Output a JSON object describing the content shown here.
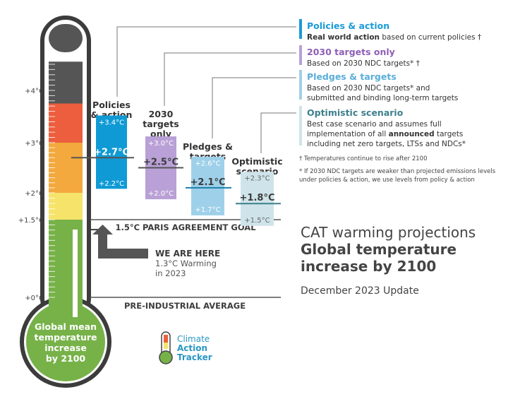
{
  "chart_data": {
    "type": "thermometer-range",
    "title": "CAT warming projections",
    "subtitle": "Global temperature increase by 2100",
    "update": "December 2023 Update",
    "thermo_ticks": [
      {
        "label": "+4°C",
        "value": 4
      },
      {
        "label": "+3°C",
        "value": 3
      },
      {
        "label": "+2°C",
        "value": 2
      },
      {
        "label": "+1.5°C",
        "value": 1.5
      },
      {
        "label": "+0°C",
        "value": 0
      }
    ],
    "bulb_text": [
      "Global mean",
      "temperature",
      "increase",
      "by 2100"
    ],
    "goal_label": "1.5°C PARIS AGREEMENT GOAL",
    "baseline_label": "PRE-INDUSTRIAL AVERAGE",
    "here": {
      "title": "WE ARE HERE",
      "line1": "1.3°C Warming",
      "line2": "in 2023",
      "value": 1.3
    },
    "series": [
      {
        "key": "policies",
        "heading": [
          "Policies",
          "& action"
        ],
        "low": 2.2,
        "mid": 2.7,
        "high": 3.4,
        "low_label": "+2.2°C",
        "mid_label": "+2.7°C",
        "high_label": "+3.4°C",
        "color": "#0f9ad5"
      },
      {
        "key": "targets2030",
        "heading": [
          "2030",
          "targets",
          "only"
        ],
        "low": 2.0,
        "mid": 2.5,
        "high": 3.0,
        "low_label": "+2.0°C",
        "mid_label": "+2.5°C",
        "high_label": "+3.0°C",
        "color": "#b9a0d6"
      },
      {
        "key": "pledges",
        "heading": [
          "Pledges &",
          "targets"
        ],
        "low": 1.7,
        "mid": 2.1,
        "high": 2.6,
        "low_label": "+1.7°C",
        "mid_label": "+2.1°C",
        "high_label": "+2.6°C",
        "color": "#9fd0ea"
      },
      {
        "key": "optimistic",
        "heading": [
          "Optimistic",
          "scenario"
        ],
        "low": 1.5,
        "mid": 1.8,
        "high": 2.3,
        "low_label": "+1.5°C",
        "mid_label": "+1.8°C",
        "high_label": "+2.3°C",
        "color": "#cfe4ea"
      }
    ],
    "legend": [
      {
        "title": "Policies & action",
        "title_color": "#1b9bd6",
        "bar_color": "#1b9bd6",
        "lines": [
          [
            {
              "t": "Real world action",
              "b": true
            },
            {
              "t": " based on current policies †",
              "b": false
            }
          ]
        ]
      },
      {
        "title": "2030 targets only",
        "title_color": "#8e5fb5",
        "bar_color": "#b9a0d6",
        "lines": [
          [
            {
              "t": "Based on 2030 NDC targets* †",
              "b": false
            }
          ]
        ]
      },
      {
        "title": "Pledges & targets",
        "title_color": "#5aaed8",
        "bar_color": "#9fd0ea",
        "lines": [
          [
            {
              "t": "Based on 2030 NDC targets* and",
              "b": false
            }
          ],
          [
            {
              "t": "submitted and binding long-term targets",
              "b": false
            }
          ]
        ]
      },
      {
        "title": "Optimistic scenario",
        "title_color": "#3d7f8c",
        "bar_color": "#cfe4ea",
        "lines": [
          [
            {
              "t": "Best case scenario and assumes full",
              "b": false
            }
          ],
          [
            {
              "t": "implementation of all ",
              "b": false
            },
            {
              "t": "announced",
              "b": true
            },
            {
              "t": " targets",
              "b": false
            }
          ],
          [
            {
              "t": "including net zero targets, LTSs and NDCs*",
              "b": false
            }
          ]
        ]
      }
    ],
    "footnotes": [
      [
        "†  Temperatures continue to rise after 2100"
      ],
      [
        "*  If 2030 NDC targets are weaker than projected emissions levels",
        "under policies & action, we use levels from policy & action"
      ]
    ],
    "logo": [
      "Climate",
      "Action",
      "Tracker"
    ],
    "colors": {
      "gray": "#555555",
      "green": "#77b249",
      "yellow": "#f6e36a",
      "orange": "#f3a93d",
      "red": "#ec5e3e",
      "dark": "#3c3c3c",
      "teal": "#3d7f8c"
    }
  }
}
